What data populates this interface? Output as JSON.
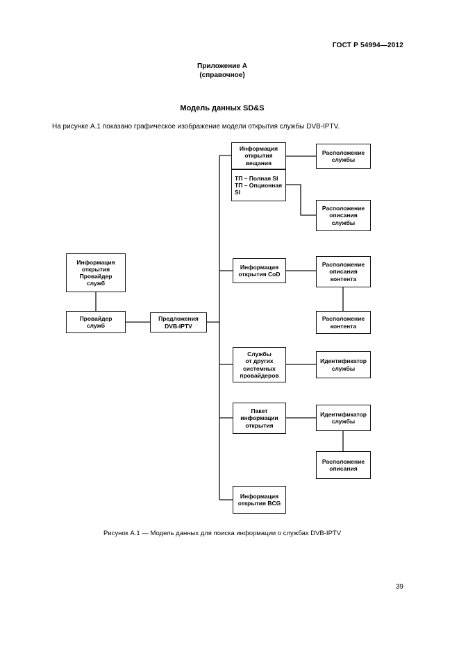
{
  "header": {
    "doc_number": "ГОСТ Р 54994—2012"
  },
  "annex": {
    "title": "Приложение А",
    "subtitle": "(справочное)"
  },
  "section": {
    "title": "Модель данных SD&S"
  },
  "intro": "На рисунке А.1 показано графическое изображение модели открытия службы DVB-IPTV.",
  "figure": {
    "caption": "Рисунок А.1 — Модель данных для поиска информации о службах DVB-IPTV"
  },
  "page_number": "39",
  "diagram": {
    "boxes": [
      {
        "id": "info-provider",
        "label": "Информация\nоткрытия\nПровайдер\nслужб"
      },
      {
        "id": "provider",
        "label": "Провайдер\nслужб"
      },
      {
        "id": "offerings",
        "label": "Предложения\nDVB-IPTV"
      },
      {
        "id": "broadcast",
        "label": "Информация\nоткрытия\nвещания"
      },
      {
        "id": "tp-si",
        "label": "ТП – Полная SI\nТП – Опционная\nSI"
      },
      {
        "id": "cod",
        "label": "Информация\nоткрытия CoD"
      },
      {
        "id": "other-providers",
        "label": "Службы\nот других\nсистемных\nпровайдеров"
      },
      {
        "id": "package",
        "label": "Пакет\nинформации\nоткрытия"
      },
      {
        "id": "bcg",
        "label": "Информация\nоткрытия BCG"
      },
      {
        "id": "service-location",
        "label": "Расположение\nслужбы"
      },
      {
        "id": "service-desc-location",
        "label": "Расположение\nописания\nслужбы"
      },
      {
        "id": "content-desc-location",
        "label": "Расположение\nописания\nконтента"
      },
      {
        "id": "content-location",
        "label": "Расположение\nконтента"
      },
      {
        "id": "service-id-1",
        "label": "Идентификатор\nслужбы"
      },
      {
        "id": "service-id-2",
        "label": "Идентификатор\nслужбы"
      },
      {
        "id": "desc-location",
        "label": "Расположение\nописания"
      }
    ]
  }
}
